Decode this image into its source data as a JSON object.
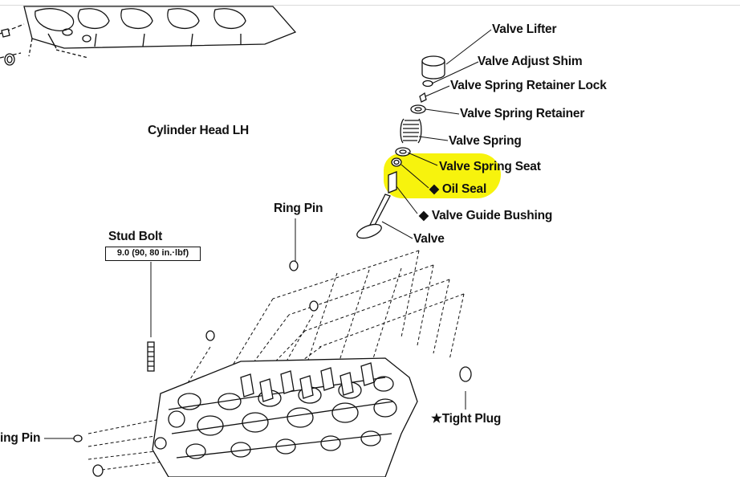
{
  "labels": {
    "valve_lifter": "Valve Lifter",
    "valve_adjust_shim": "Valve Adjust Shim",
    "valve_spring_retainer_lock": "Valve Spring Retainer Lock",
    "valve_spring_retainer": "Valve Spring Retainer",
    "valve_spring": "Valve Spring",
    "valve_spring_seat": "Valve Spring Seat",
    "oil_seal": "◆ Oil Seal",
    "valve_guide_bushing": "◆ Valve Guide Bushing",
    "valve": "Valve",
    "cylinder_head": "Cylinder Head LH",
    "ring_pin_top": "Ring Pin",
    "stud_bolt": "Stud Bolt",
    "torque_spec": "9.0 (90, 80 in.·lbf)",
    "tight_plug": "★Tight Plug",
    "ring_pin_left": "ing Pin"
  },
  "colors": {
    "highlight": "#f7f200",
    "ink": "#111111"
  }
}
